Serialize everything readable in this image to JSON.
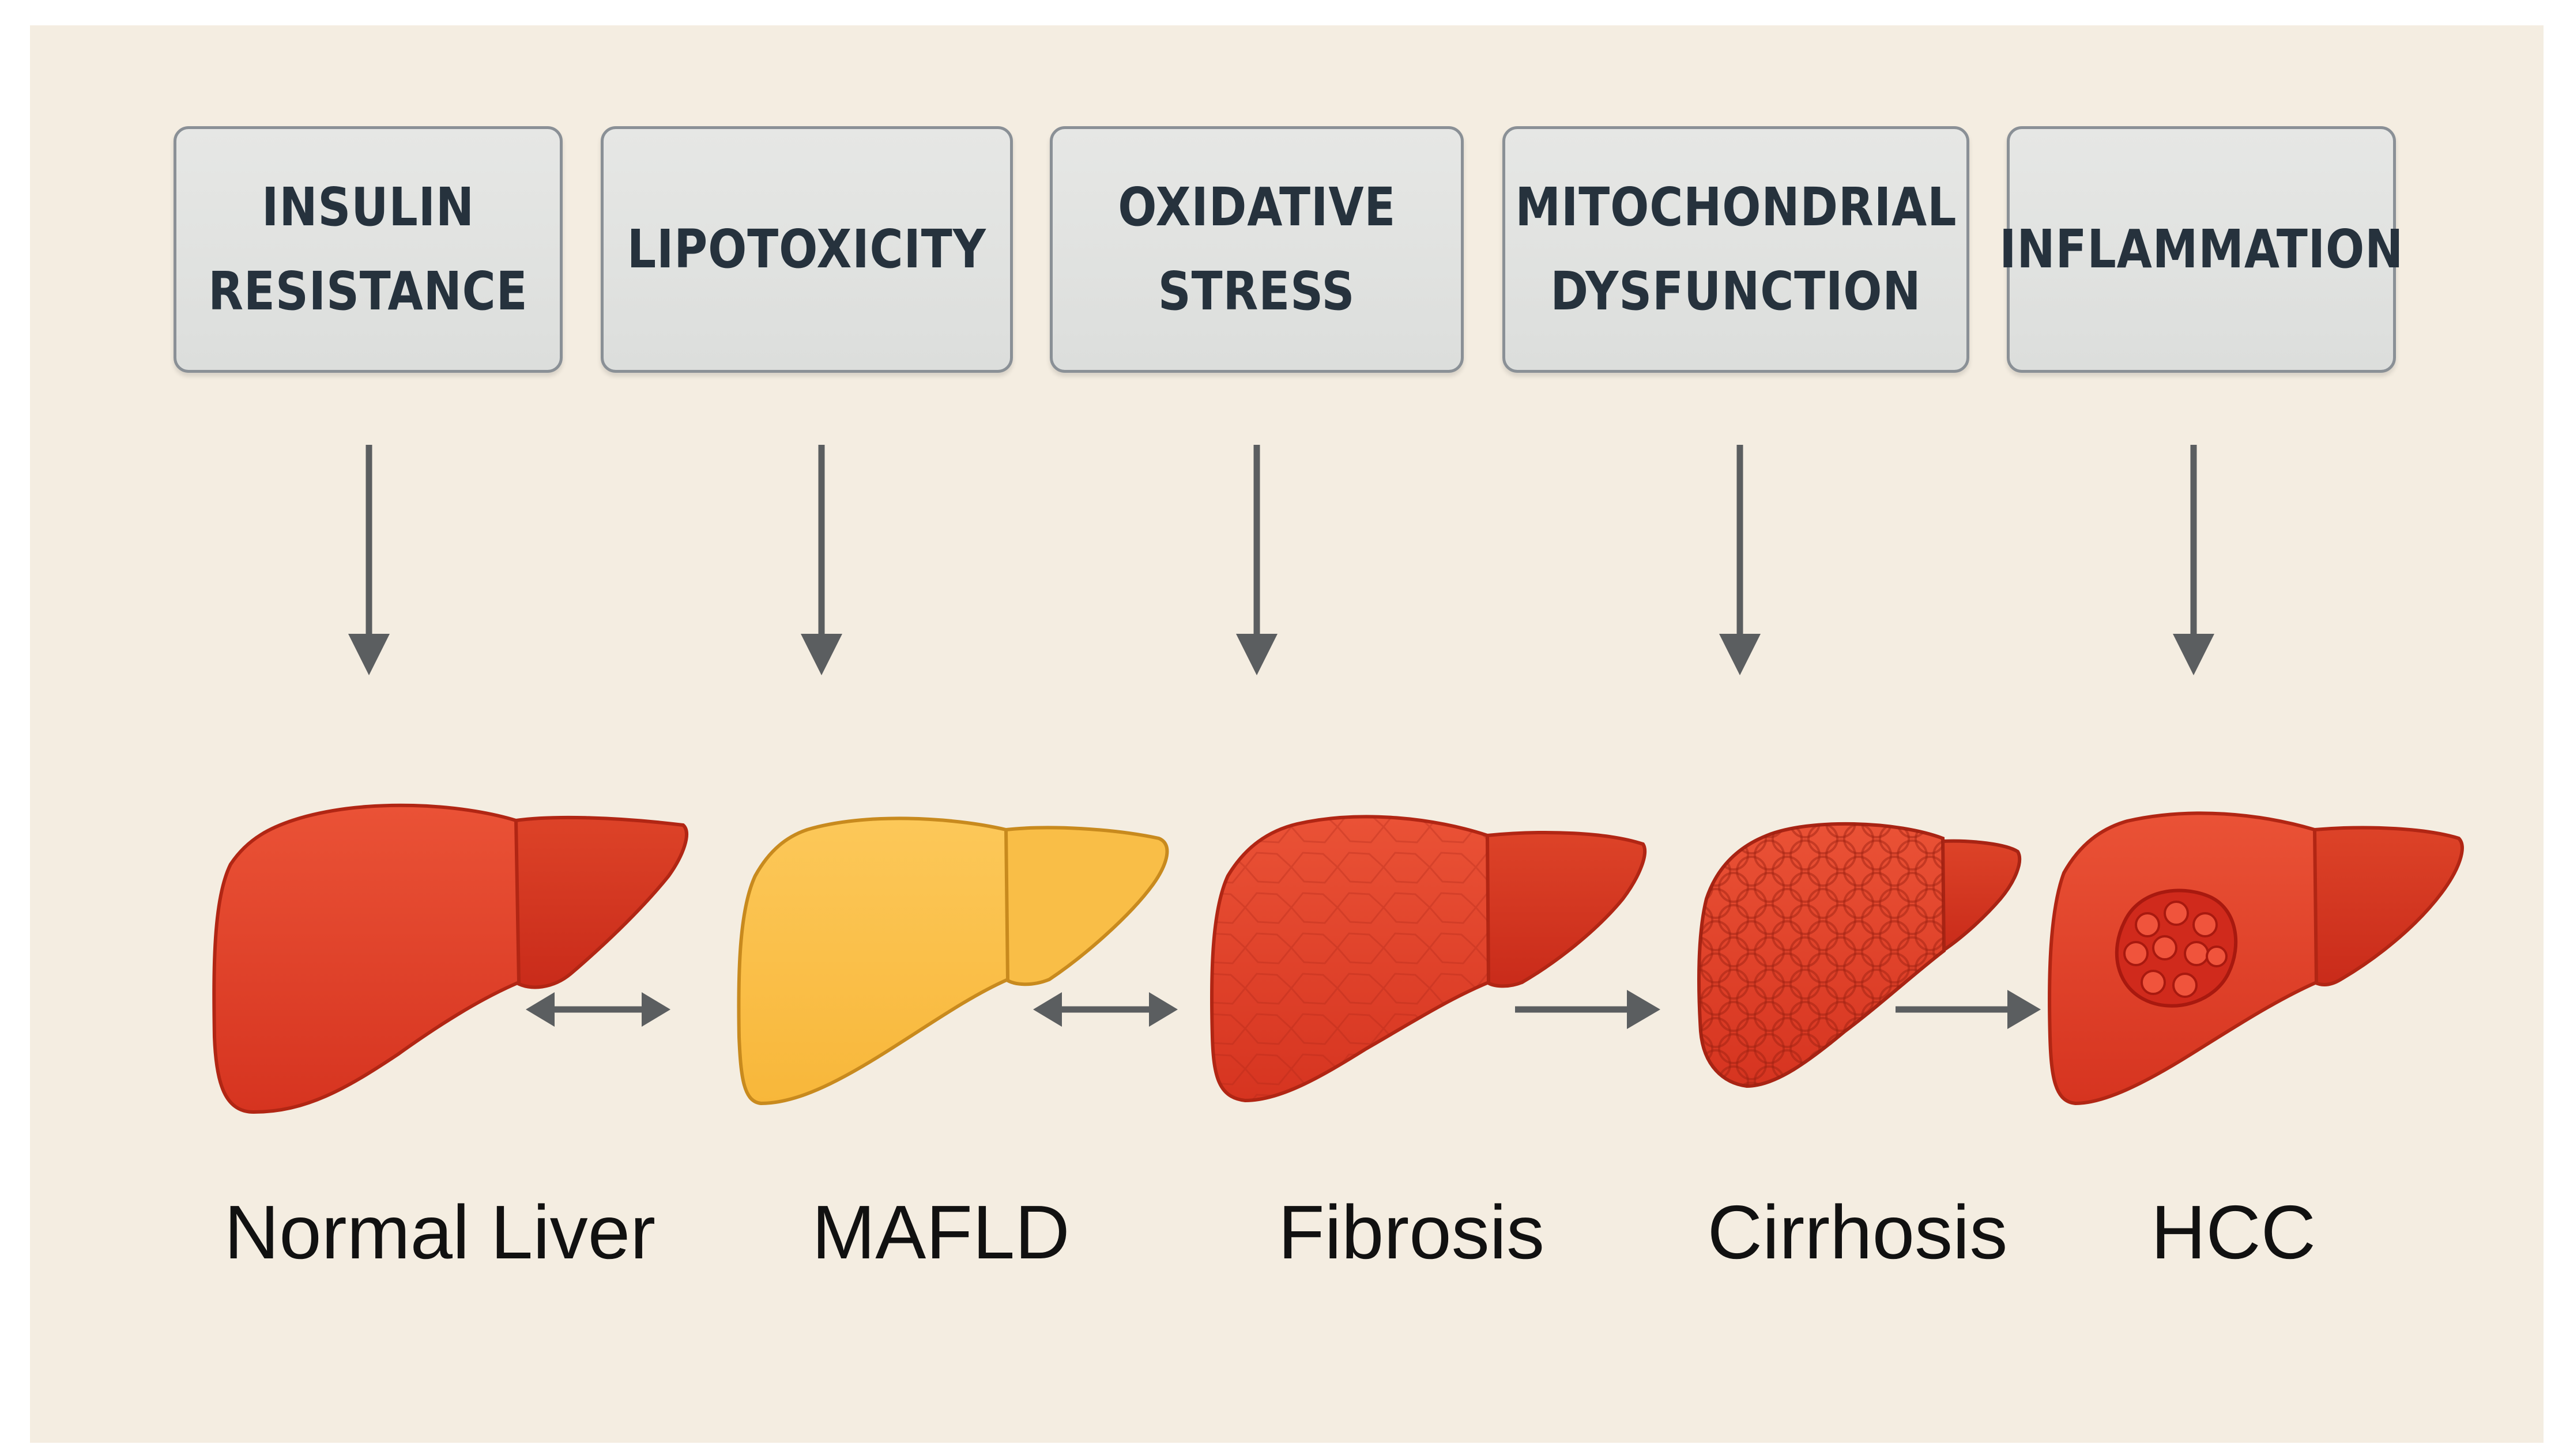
{
  "factors": [
    {
      "lines": [
        "INSULIN",
        "RESISTANCE"
      ]
    },
    {
      "lines": [
        "LIPOTOXICITY"
      ]
    },
    {
      "lines": [
        "OXIDATIVE",
        "STRESS"
      ]
    },
    {
      "lines": [
        "MITOCHONDRIAL",
        "DYSFUNCTION"
      ]
    },
    {
      "lines": [
        "INFLAMMATION"
      ]
    }
  ],
  "stages": [
    {
      "label": "Normal Liver",
      "icon": "normal-liver-icon"
    },
    {
      "label": "MAFLD",
      "icon": "fatty-liver-icon"
    },
    {
      "label": "Fibrosis",
      "icon": "fibrotic-liver-icon"
    },
    {
      "label": "Cirrhosis",
      "icon": "cirrhotic-liver-icon"
    },
    {
      "label": "HCC",
      "icon": "liver-tumor-icon"
    }
  ],
  "transitions": [
    {
      "from": "Normal Liver",
      "to": "MAFLD",
      "type": "bidirectional"
    },
    {
      "from": "MAFLD",
      "to": "Fibrosis",
      "type": "bidirectional"
    },
    {
      "from": "Fibrosis",
      "to": "Cirrhosis",
      "type": "forward"
    },
    {
      "from": "Cirrhosis",
      "to": "HCC",
      "type": "forward"
    }
  ],
  "colors": {
    "background": "#f4ede1",
    "liver_red": "#e0412a",
    "liver_fatty": "#fbc24e",
    "arrow": "#5b5e60",
    "box_fill": "#e3e4e2",
    "box_text": "#26323d"
  }
}
